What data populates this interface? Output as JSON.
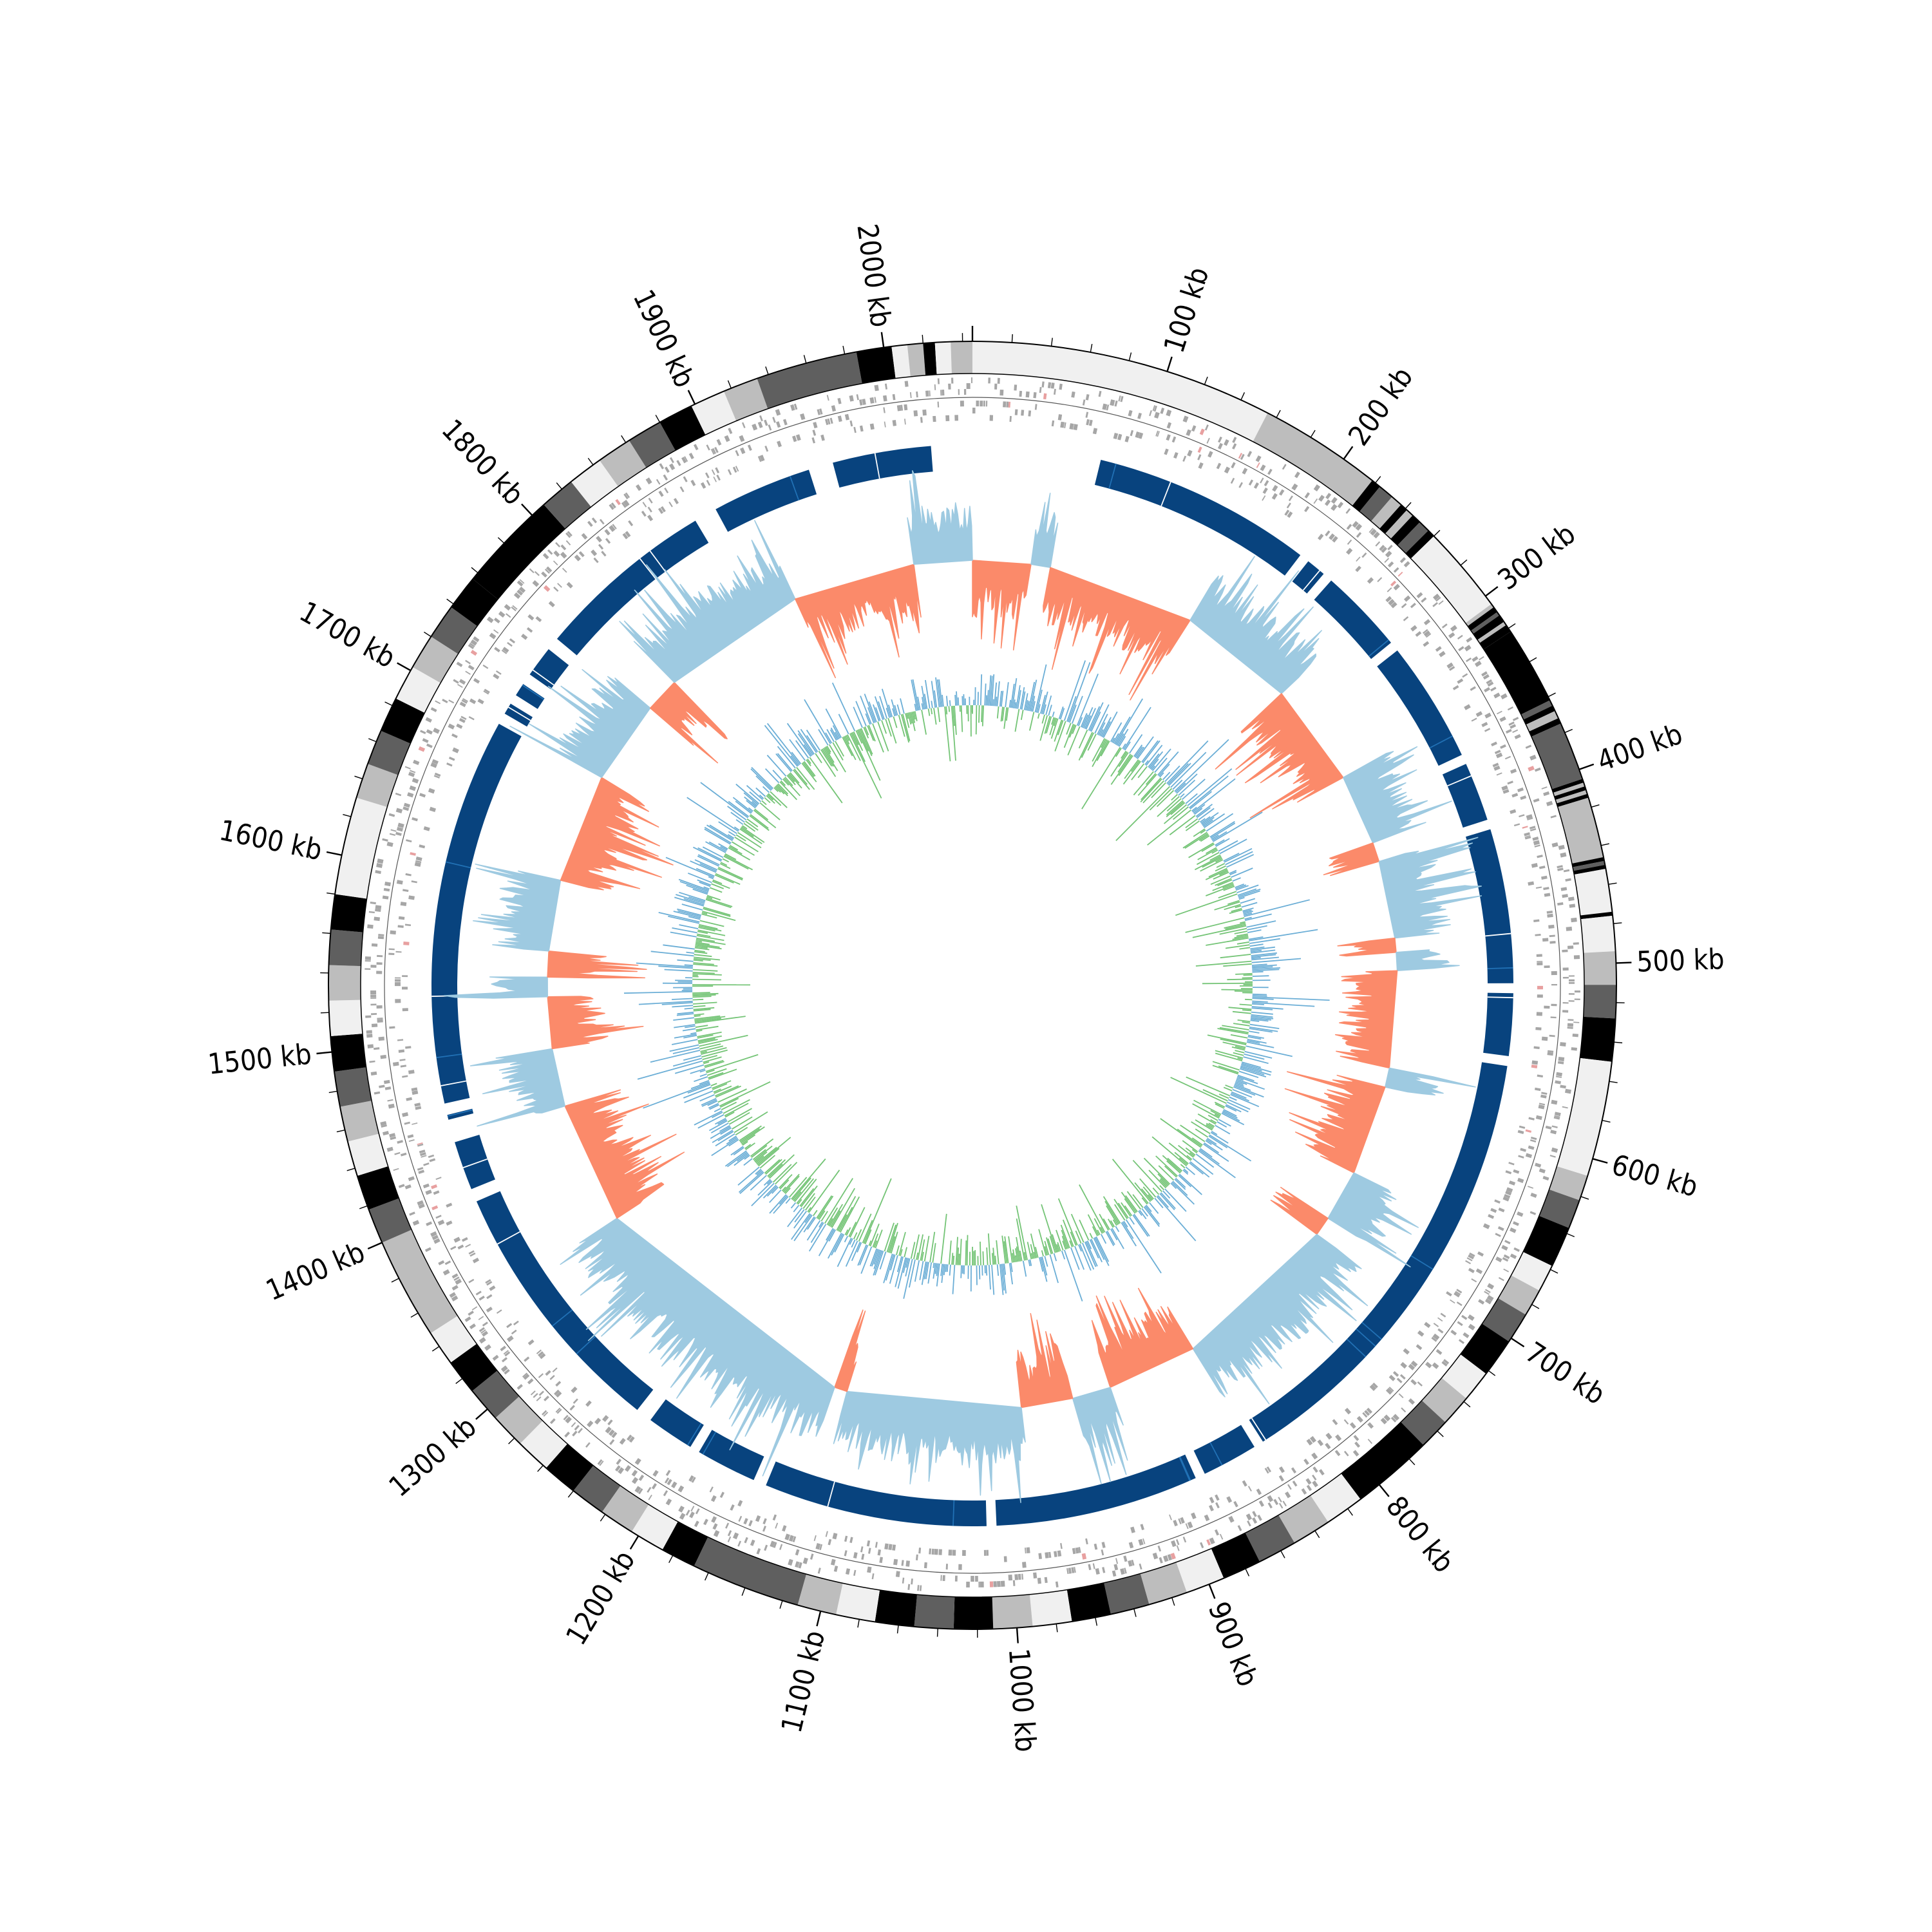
{
  "chart_data": {
    "type": "circos",
    "genome_length_kb": 2045,
    "axis": {
      "unit": "kb",
      "major_tick_step_kb": 100,
      "minor_tick_step_kb": 20,
      "tick_labels": [
        "100 kb",
        "200 kb",
        "300 kb",
        "400 kb",
        "500 kb",
        "600 kb",
        "700 kb",
        "800 kb",
        "900 kb",
        "1000 kb",
        "1100 kb",
        "1200 kb",
        "1300 kb",
        "1400 kb",
        "1500 kb",
        "1600 kb",
        "1700 kb",
        "1800 kb",
        "1900 kb",
        "2000 kb"
      ]
    },
    "colors": {
      "band_black": "#000000",
      "band_dark": "#5f5f5f",
      "band_mid": "#bdbdbd",
      "band_light": "#f0f0f0",
      "gene": "#a6a6a6",
      "rna_gene": "#e8a0a0",
      "block_main": "#08437e",
      "block_alt": "#2171b5",
      "gc_skew_positive": "#9ecae1",
      "gc_skew_negative": "#fb8a6a",
      "gc_content_a": "#6baed6",
      "gc_content_b": "#74c476"
    },
    "tracks": {
      "ideogram_bands": [
        {
          "start": 0,
          "end": 155,
          "shade": "light"
        },
        {
          "start": 155,
          "end": 218,
          "shade": "mid"
        },
        {
          "start": 218,
          "end": 223,
          "shade": "black"
        },
        {
          "start": 223,
          "end": 231,
          "shade": "dark"
        },
        {
          "start": 231,
          "end": 237,
          "shade": "mid"
        },
        {
          "start": 237,
          "end": 241,
          "shade": "black"
        },
        {
          "start": 241,
          "end": 245,
          "shade": "mid"
        },
        {
          "start": 245,
          "end": 250,
          "shade": "black"
        },
        {
          "start": 250,
          "end": 256,
          "shade": "dark"
        },
        {
          "start": 256,
          "end": 260,
          "shade": "black"
        },
        {
          "start": 260,
          "end": 305,
          "shade": "light"
        },
        {
          "start": 305,
          "end": 307,
          "shade": "mid"
        },
        {
          "start": 307,
          "end": 310,
          "shade": "black"
        },
        {
          "start": 310,
          "end": 312,
          "shade": "dark"
        },
        {
          "start": 312,
          "end": 316,
          "shade": "black"
        },
        {
          "start": 316,
          "end": 318,
          "shade": "mid"
        },
        {
          "start": 318,
          "end": 322,
          "shade": "black"
        },
        {
          "start": 322,
          "end": 362,
          "shade": "black"
        },
        {
          "start": 362,
          "end": 365,
          "shade": "dark"
        },
        {
          "start": 365,
          "end": 368,
          "shade": "black"
        },
        {
          "start": 368,
          "end": 372,
          "shade": "mid"
        },
        {
          "start": 372,
          "end": 375,
          "shade": "black"
        },
        {
          "start": 375,
          "end": 405,
          "shade": "dark"
        },
        {
          "start": 405,
          "end": 407,
          "shade": "black"
        },
        {
          "start": 407,
          "end": 409,
          "shade": "mid"
        },
        {
          "start": 409,
          "end": 411,
          "shade": "black"
        },
        {
          "start": 411,
          "end": 413,
          "shade": "mid"
        },
        {
          "start": 413,
          "end": 415,
          "shade": "black"
        },
        {
          "start": 415,
          "end": 446,
          "shade": "mid"
        },
        {
          "start": 446,
          "end": 448,
          "shade": "black"
        },
        {
          "start": 448,
          "end": 450,
          "shade": "dark"
        },
        {
          "start": 450,
          "end": 452,
          "shade": "black"
        },
        {
          "start": 452,
          "end": 474,
          "shade": "light"
        },
        {
          "start": 474,
          "end": 476,
          "shade": "black"
        },
        {
          "start": 476,
          "end": 494,
          "shade": "light"
        },
        {
          "start": 494,
          "end": 511,
          "shade": "mid"
        },
        {
          "start": 511,
          "end": 528,
          "shade": "dark"
        },
        {
          "start": 528,
          "end": 550,
          "shade": "black"
        },
        {
          "start": 550,
          "end": 609,
          "shade": "light"
        },
        {
          "start": 609,
          "end": 622,
          "shade": "mid"
        },
        {
          "start": 622,
          "end": 637,
          "shade": "dark"
        },
        {
          "start": 637,
          "end": 658,
          "shade": "black"
        },
        {
          "start": 658,
          "end": 672,
          "shade": "light"
        },
        {
          "start": 672,
          "end": 686,
          "shade": "mid"
        },
        {
          "start": 686,
          "end": 702,
          "shade": "dark"
        },
        {
          "start": 702,
          "end": 722,
          "shade": "black"
        },
        {
          "start": 722,
          "end": 738,
          "shade": "light"
        },
        {
          "start": 738,
          "end": 754,
          "shade": "mid"
        },
        {
          "start": 754,
          "end": 770,
          "shade": "dark"
        },
        {
          "start": 770,
          "end": 812,
          "shade": "black"
        },
        {
          "start": 812,
          "end": 832,
          "shade": "light"
        },
        {
          "start": 832,
          "end": 852,
          "shade": "mid"
        },
        {
          "start": 852,
          "end": 872,
          "shade": "dark"
        },
        {
          "start": 872,
          "end": 892,
          "shade": "black"
        },
        {
          "start": 892,
          "end": 912,
          "shade": "light"
        },
        {
          "start": 912,
          "end": 932,
          "shade": "mid"
        },
        {
          "start": 932,
          "end": 952,
          "shade": "dark"
        },
        {
          "start": 952,
          "end": 972,
          "shade": "black"
        },
        {
          "start": 972,
          "end": 992,
          "shade": "light"
        },
        {
          "start": 992,
          "end": 1012,
          "shade": "mid"
        },
        {
          "start": 1012,
          "end": 1032,
          "shade": "black"
        },
        {
          "start": 1032,
          "end": 1052,
          "shade": "dark"
        },
        {
          "start": 1052,
          "end": 1072,
          "shade": "black"
        },
        {
          "start": 1072,
          "end": 1092,
          "shade": "light"
        },
        {
          "start": 1092,
          "end": 1112,
          "shade": "mid"
        },
        {
          "start": 1112,
          "end": 1168,
          "shade": "dark"
        },
        {
          "start": 1168,
          "end": 1186,
          "shade": "black"
        },
        {
          "start": 1186,
          "end": 1204,
          "shade": "light"
        },
        {
          "start": 1204,
          "end": 1222,
          "shade": "mid"
        },
        {
          "start": 1222,
          "end": 1240,
          "shade": "dark"
        },
        {
          "start": 1240,
          "end": 1258,
          "shade": "black"
        },
        {
          "start": 1258,
          "end": 1276,
          "shade": "light"
        },
        {
          "start": 1276,
          "end": 1294,
          "shade": "mid"
        },
        {
          "start": 1294,
          "end": 1312,
          "shade": "dark"
        },
        {
          "start": 1312,
          "end": 1330,
          "shade": "black"
        },
        {
          "start": 1330,
          "end": 1348,
          "shade": "light"
        },
        {
          "start": 1348,
          "end": 1400,
          "shade": "mid"
        },
        {
          "start": 1400,
          "end": 1418,
          "shade": "dark"
        },
        {
          "start": 1418,
          "end": 1436,
          "shade": "black"
        },
        {
          "start": 1436,
          "end": 1454,
          "shade": "light"
        },
        {
          "start": 1454,
          "end": 1472,
          "shade": "mid"
        },
        {
          "start": 1472,
          "end": 1490,
          "shade": "dark"
        },
        {
          "start": 1490,
          "end": 1508,
          "shade": "black"
        },
        {
          "start": 1508,
          "end": 1526,
          "shade": "light"
        },
        {
          "start": 1526,
          "end": 1544,
          "shade": "mid"
        },
        {
          "start": 1544,
          "end": 1562,
          "shade": "dark"
        },
        {
          "start": 1562,
          "end": 1580,
          "shade": "black"
        },
        {
          "start": 1580,
          "end": 1630,
          "shade": "light"
        },
        {
          "start": 1630,
          "end": 1648,
          "shade": "mid"
        },
        {
          "start": 1648,
          "end": 1666,
          "shade": "dark"
        },
        {
          "start": 1666,
          "end": 1684,
          "shade": "black"
        },
        {
          "start": 1684,
          "end": 1702,
          "shade": "light"
        },
        {
          "start": 1702,
          "end": 1720,
          "shade": "mid"
        },
        {
          "start": 1720,
          "end": 1738,
          "shade": "dark"
        },
        {
          "start": 1738,
          "end": 1756,
          "shade": "black"
        },
        {
          "start": 1756,
          "end": 1808,
          "shade": "black"
        },
        {
          "start": 1808,
          "end": 1826,
          "shade": "dark"
        },
        {
          "start": 1826,
          "end": 1844,
          "shade": "light"
        },
        {
          "start": 1844,
          "end": 1862,
          "shade": "mid"
        },
        {
          "start": 1862,
          "end": 1880,
          "shade": "dark"
        },
        {
          "start": 1880,
          "end": 1898,
          "shade": "black"
        },
        {
          "start": 1898,
          "end": 1916,
          "shade": "light"
        },
        {
          "start": 1916,
          "end": 1934,
          "shade": "mid"
        },
        {
          "start": 1934,
          "end": 1986,
          "shade": "dark"
        },
        {
          "start": 1986,
          "end": 2004,
          "shade": "black"
        },
        {
          "start": 2004,
          "end": 2012,
          "shade": "light"
        },
        {
          "start": 2012,
          "end": 2020,
          "shade": "mid"
        },
        {
          "start": 2020,
          "end": 2026,
          "shade": "black"
        },
        {
          "start": 2026,
          "end": 2034,
          "shade": "light"
        },
        {
          "start": 2034,
          "end": 2045,
          "shade": "mid"
        }
      ],
      "block_gaps": [
        {
          "start": 2020,
          "end": 2045
        },
        {
          "start": 0,
          "end": 78
        },
        {
          "start": 1945,
          "end": 1960
        },
        {
          "start": 1870,
          "end": 1884
        },
        {
          "start": 1752,
          "end": 1760
        },
        {
          "start": 1726,
          "end": 1733
        },
        {
          "start": 1712,
          "end": 1718
        },
        {
          "start": 1698,
          "end": 1705
        },
        {
          "start": 1455,
          "end": 1462
        },
        {
          "start": 1438,
          "end": 1452
        },
        {
          "start": 1400,
          "end": 1408
        },
        {
          "start": 1230,
          "end": 1240
        },
        {
          "start": 1195,
          "end": 1201
        },
        {
          "start": 1150,
          "end": 1158
        },
        {
          "start": 1008,
          "end": 1014
        },
        {
          "start": 878,
          "end": 884
        },
        {
          "start": 838,
          "end": 844
        },
        {
          "start": 554,
          "end": 560
        },
        {
          "start": 510,
          "end": 516
        },
        {
          "start": 410,
          "end": 416
        },
        {
          "start": 368,
          "end": 374
        },
        {
          "start": 288,
          "end": 294
        },
        {
          "start": 230,
          "end": 236
        },
        {
          "start": 212,
          "end": 218
        }
      ],
      "gc_skew_segments": [
        {
          "start": 0,
          "end": 45,
          "sign": "negative"
        },
        {
          "start": 45,
          "end": 60,
          "sign": "positive"
        },
        {
          "start": 60,
          "end": 175,
          "sign": "negative"
        },
        {
          "start": 175,
          "end": 265,
          "sign": "positive"
        },
        {
          "start": 265,
          "end": 345,
          "sign": "negative"
        },
        {
          "start": 345,
          "end": 400,
          "sign": "positive"
        },
        {
          "start": 400,
          "end": 415,
          "sign": "negative"
        },
        {
          "start": 415,
          "end": 475,
          "sign": "positive"
        },
        {
          "start": 475,
          "end": 486,
          "sign": "negative"
        },
        {
          "start": 486,
          "end": 500,
          "sign": "positive"
        },
        {
          "start": 500,
          "end": 575,
          "sign": "negative"
        },
        {
          "start": 575,
          "end": 590,
          "sign": "positive"
        },
        {
          "start": 590,
          "end": 660,
          "sign": "negative"
        },
        {
          "start": 660,
          "end": 700,
          "sign": "positive"
        },
        {
          "start": 700,
          "end": 715,
          "sign": "negative"
        },
        {
          "start": 715,
          "end": 845,
          "sign": "positive"
        },
        {
          "start": 845,
          "end": 915,
          "sign": "negative"
        },
        {
          "start": 915,
          "end": 945,
          "sign": "positive"
        },
        {
          "start": 945,
          "end": 985,
          "sign": "negative"
        },
        {
          "start": 985,
          "end": 1120,
          "sign": "positive"
        },
        {
          "start": 1120,
          "end": 1130,
          "sign": "negative"
        },
        {
          "start": 1130,
          "end": 1345,
          "sign": "positive"
        },
        {
          "start": 1345,
          "end": 1440,
          "sign": "negative"
        },
        {
          "start": 1440,
          "end": 1485,
          "sign": "positive"
        },
        {
          "start": 1485,
          "end": 1525,
          "sign": "negative"
        },
        {
          "start": 1525,
          "end": 1540,
          "sign": "positive"
        },
        {
          "start": 1540,
          "end": 1560,
          "sign": "negative"
        },
        {
          "start": 1560,
          "end": 1615,
          "sign": "positive"
        },
        {
          "start": 1615,
          "end": 1700,
          "sign": "negative"
        },
        {
          "start": 1700,
          "end": 1765,
          "sign": "positive"
        },
        {
          "start": 1765,
          "end": 1792,
          "sign": "negative"
        },
        {
          "start": 1792,
          "end": 1905,
          "sign": "positive"
        },
        {
          "start": 1905,
          "end": 2000,
          "sign": "negative"
        },
        {
          "start": 2000,
          "end": 2045,
          "sign": "positive"
        }
      ]
    }
  }
}
